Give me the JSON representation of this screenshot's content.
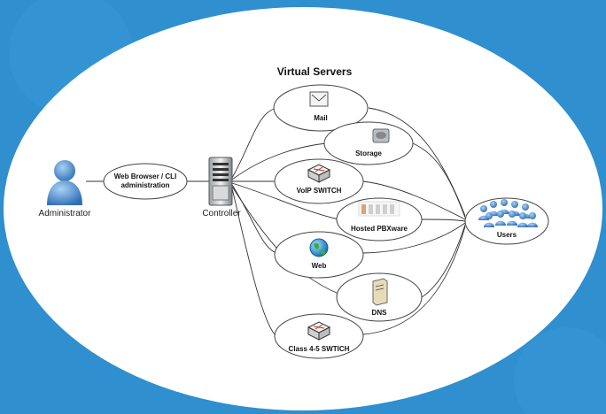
{
  "title": "Virtual Servers",
  "administrator": {
    "label": "Administrator"
  },
  "web_browser": {
    "line1": "Web Browser / CLI",
    "line2": "administration"
  },
  "controller": {
    "label": "Controller"
  },
  "users": {
    "label": "Users"
  },
  "services": [
    {
      "label": "Mail",
      "icon": "mail-icon"
    },
    {
      "label": "Storage",
      "icon": "storage-icon"
    },
    {
      "label": "VoIP SWITCH",
      "icon": "switch-icon"
    },
    {
      "label": "Hosted PBXware",
      "icon": "pbx-icon"
    },
    {
      "label": "Web",
      "icon": "globe-icon"
    },
    {
      "label": "DNS",
      "icon": "dns-server-icon"
    },
    {
      "label": "Class 4-5 SWTICH",
      "icon": "switch-icon"
    }
  ],
  "colors": {
    "background": "#2f8fcf",
    "stage": "#ffffff",
    "line": "#333333",
    "person": "#4d8fd0"
  }
}
